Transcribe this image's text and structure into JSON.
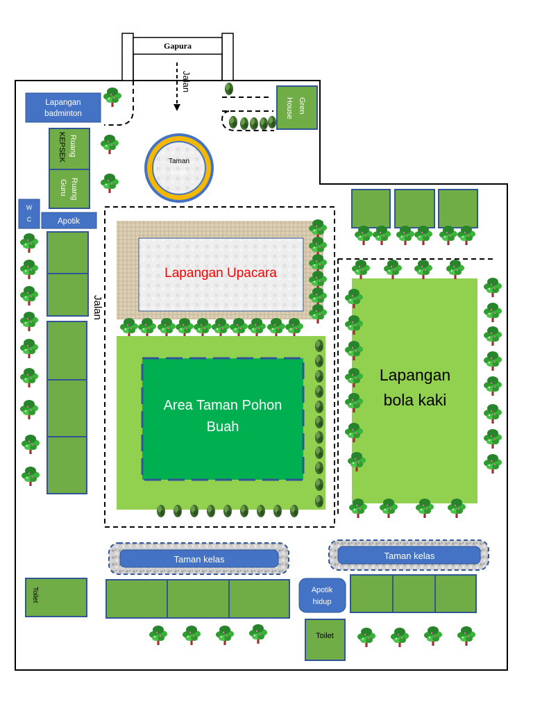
{
  "labels": {
    "gate": "Gapura",
    "road_top": "Jalan",
    "road_side": "Jalan",
    "badminton_line1": "Lapangan",
    "badminton_line2": "badminton",
    "green_house_line1": "Gren",
    "green_house_line2": "House",
    "principal_room_line1": "Ruang",
    "principal_room_line2": "KEPSEK",
    "teacher_room_line1": "Ruang",
    "teacher_room_line2": "Guru",
    "wc_line1": "W",
    "wc_line2": "C",
    "pharmacy": "Apotik",
    "circle_garden_line1": "Taman",
    "circle_garden_line2": "Lingk",
    "ceremony_field": "Lapangan Upacara",
    "fruit_garden_line1": "Area Taman Pohon",
    "fruit_garden_line2": "Buah",
    "football_line1": "Lapangan",
    "football_line2": "bola kaki",
    "class_garden_left": "Taman kelas",
    "class_garden_right": "Taman kelas",
    "living_pharmacy_line1": "Apotik",
    "living_pharmacy_line2": "hidup",
    "toilet_left": "Toilet",
    "toilet_right": "Toilet"
  },
  "colors": {
    "room_green": "#70ad47",
    "room_border": "#2f5597",
    "blue_box": "#4472c4",
    "light_green": "#92d050",
    "fruit_area": "#00b050",
    "ceremony_text": "#ff0000",
    "gravel": "#d9cbb0"
  }
}
